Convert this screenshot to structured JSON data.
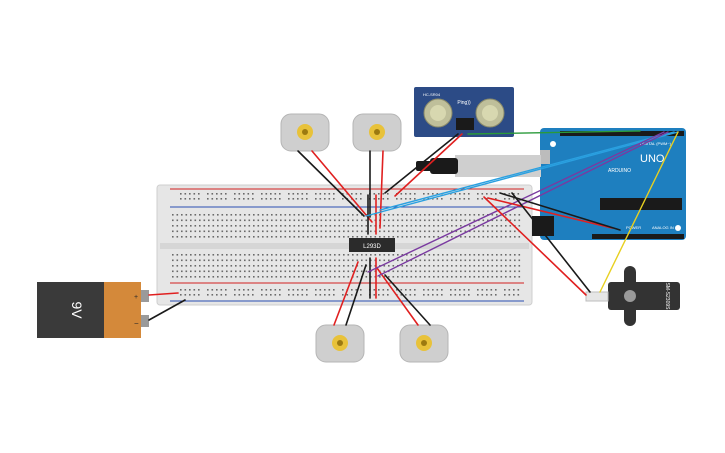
{
  "canvas": {
    "background": "#ffffff"
  },
  "battery": {
    "label": "9V",
    "terminal_plus": "+",
    "terminal_minus": "−",
    "body_color": "#3a3a3a",
    "band_color": "#d4893a"
  },
  "breadboard": {
    "color": "#e6e6e6",
    "rail_red": "#d32020",
    "rail_blue": "#2a4db3"
  },
  "driver_chip": {
    "label": "L293D",
    "color": "#2b2b2b"
  },
  "arduino": {
    "board_color": "#1e7fbf",
    "logo_text": "UNO",
    "brand_text": "ARDUINO",
    "power_label": "POWER",
    "analog_label": "ANALOG IN",
    "digital_label": "DIGITAL (PWM~)"
  },
  "ultrasonic": {
    "board_color": "#2c4b86",
    "model": "HC-SR04",
    "brand": "Ping))"
  },
  "servo": {
    "label": "SM-S2309S",
    "body_color": "#333333"
  },
  "motors": [
    {
      "name": "motor-top-left"
    },
    {
      "name": "motor-top-right"
    },
    {
      "name": "motor-bottom-left"
    },
    {
      "name": "motor-bottom-right"
    }
  ],
  "wire_colors": {
    "red": "#e02020",
    "black": "#1a1a1a",
    "blue": "#2aa0e0",
    "purple": "#7a3aa0",
    "yellow": "#e8d020",
    "green": "#2a9a3a"
  }
}
